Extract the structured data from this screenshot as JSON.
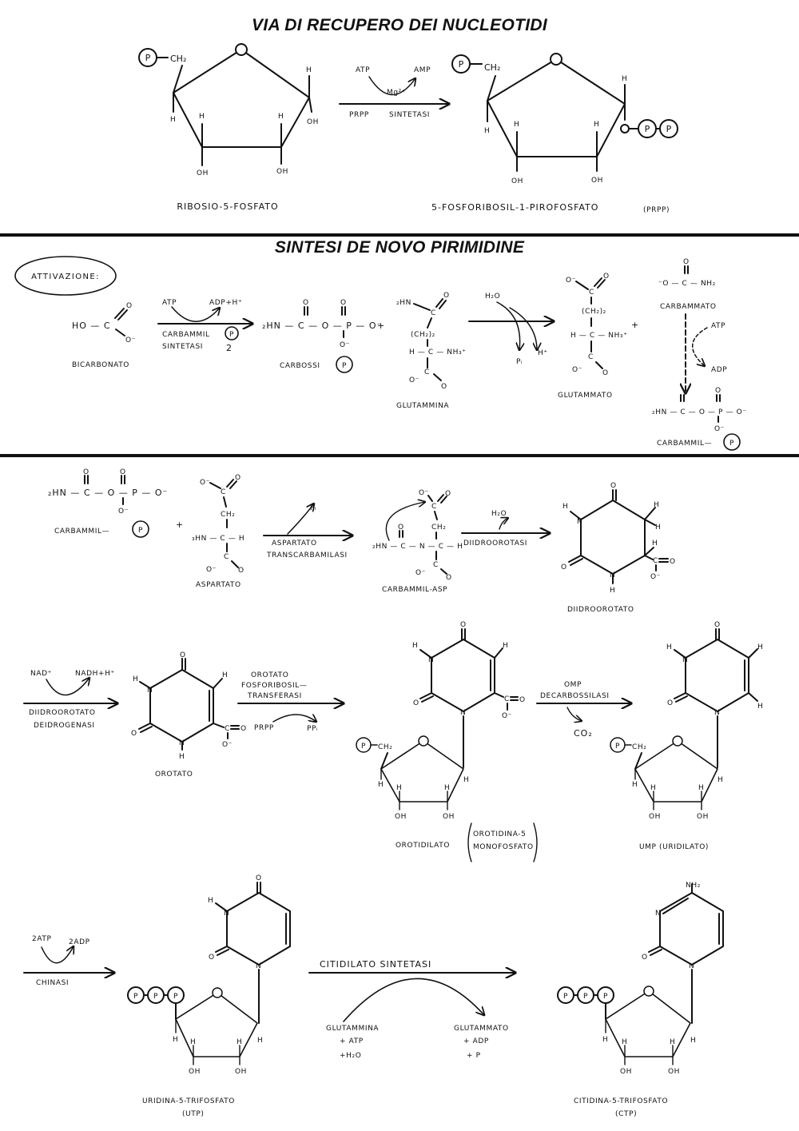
{
  "titles": {
    "salvage": "VIA DI RECUPERO DEI NUCLEOTIDI",
    "denovo": "SINTESI DE NOVO PIRIMIDINE"
  },
  "atoms": {
    "P": "P",
    "CH2": "CH₂",
    "O": "O",
    "H": "H",
    "OH": "OH",
    "N": "N",
    "C": "C",
    "H2O": "H₂O",
    "H_plus": "H⁺",
    "Pi": "Pᵢ",
    "CO2": "CO₂",
    "NH2": "NH₂",
    "NH3_plus": "NH₃⁺",
    "O_minus": "O⁻"
  },
  "salvage": {
    "reactant_label": "RIBOSIO-5-FOSFATO",
    "product_label": "5-FOSFORIBOSIL-1-PIROFOSFATO",
    "product_abbrev": "(PRPP)",
    "atp": "ATP",
    "amp": "AMP",
    "mg": "Mg²⁺",
    "enzyme_left": "PRPP",
    "enzyme_right": "SINTETASI"
  },
  "activation": {
    "tag": "ATTIVAZIONE:",
    "bicarbonate_formula": "HO — C",
    "bicarbonate_label": "BICARBONATO",
    "atp": "ATP",
    "adp": "ADP+H⁺",
    "enzyme_line1": "CARBAMMIL",
    "enzyme_line2": "SINTETASI",
    "enzyme_num": "2",
    "carboxy_formula": "₂HN — C — O — P — O⁻",
    "carboxy_label": "CARBOSSI",
    "plus": "+",
    "glutamine_top": "₂HN",
    "glutamine_ch2": "(CH₂)₂",
    "glutamine_mid": "H — C — NH₃⁺",
    "glutamine_label": "GLUTAMMINA",
    "h2o": "H₂O",
    "pi": "Pᵢ",
    "hplus": "H⁺",
    "glutamate_ch2": "(CH₂)₂",
    "glutamate_mid": "H — C — NH₃⁺",
    "glutamate_label": "GLUTAMMATO",
    "carbamate_formula": "⁻O — C — NH₂",
    "carbamate_label": "CARBAMMATO",
    "atp2": "ATP",
    "adp2": "ADP",
    "carbamyl_formula": "₂HN — C — O — P — O⁻",
    "carbamyl_label": "CARBAMMIL—"
  },
  "step1": {
    "carbamyl_formula": "₂HN — C — O — P — O⁻",
    "carbamyl_label": "CARBAMMIL—",
    "plus": "+",
    "aspartate_ch2": "CH₂",
    "aspartate_mid": "₃HN — C — H",
    "aspartate_label": "ASPARTATO",
    "pi": "Pᵢ",
    "enzyme_line1": "ASPARTATO",
    "enzyme_line2": "TRANSCARBAMILASI",
    "product_ch2": "CH₂",
    "product_formula": "₂HN — C — N — C — H",
    "product_label": "CARBAMMIL-ASP",
    "h2o": "H₂O",
    "enzyme2": "DIIDROOROTASI",
    "dihydroorotate_label": "DIIDROOROTATO"
  },
  "step2": {
    "nad": "NAD⁺",
    "nadh": "NADH+H⁺",
    "enzyme1_line1": "DIIDROOROTATO",
    "enzyme1_line2": "DEIDROGENASI",
    "orotate_label": "OROTATO",
    "enzyme2_line1": "OROTATO",
    "enzyme2_line2": "FOSFORIBOSIL—",
    "enzyme2_line3": "TRANSFERASI",
    "prpp": "PRPP",
    "ppi": "PPᵢ",
    "omp_label": "OROTIDILATO",
    "omp_note1": "OROTIDINA-5",
    "omp_note2": "MONOFOSFATO",
    "enzyme3_line1": "OMP",
    "enzyme3_line2": "DECARBOSSILASI",
    "co2": "CO₂",
    "ump_label": "UMP (URIDILATO)"
  },
  "step3": {
    "atp2": "2ATP",
    "adp2": "2ADP",
    "kinase": "CHINASI",
    "utp_label1": "URIDINA-5-TRIFOSFATO",
    "utp_label2": "(UTP)",
    "enzyme": "CITIDILATO   SINTETASI",
    "in1": "GLUTAMMINA",
    "in2": "+ ATP",
    "in3": "+H₂O",
    "out1": "GLUTAMMATO",
    "out2": "+ ADP",
    "out3": "+ P",
    "ctp_label1": "CITIDINA-5-TRIFOSFATO",
    "ctp_label2": "(CTP)"
  }
}
